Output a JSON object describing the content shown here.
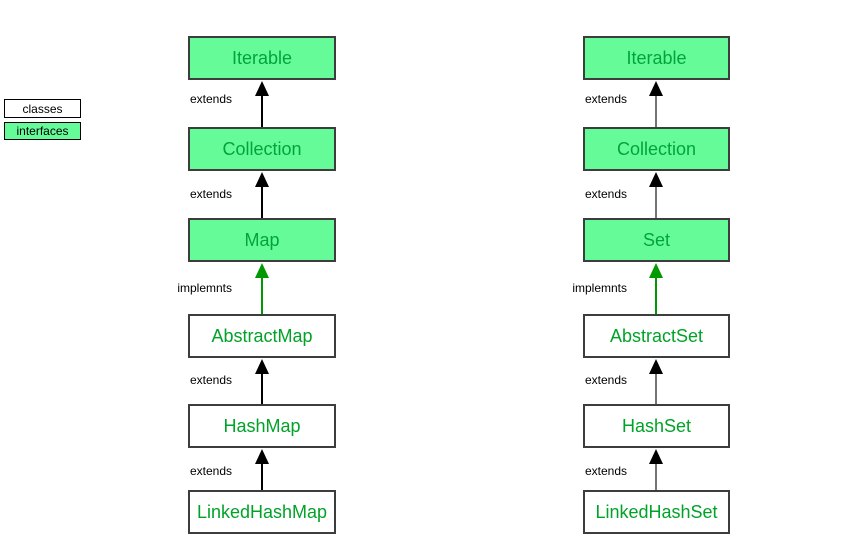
{
  "legend": {
    "items": [
      {
        "label": "classes",
        "kind": "class"
      },
      {
        "label": "interfaces",
        "kind": "interface"
      }
    ]
  },
  "diagram": {
    "columns": [
      {
        "nodes": [
          {
            "label": "Iterable",
            "kind": "interface"
          },
          {
            "label": "Collection",
            "kind": "interface"
          },
          {
            "label": "Map",
            "kind": "interface"
          },
          {
            "label": "AbstractMap",
            "kind": "class"
          },
          {
            "label": "HashMap",
            "kind": "class"
          },
          {
            "label": "LinkedHashMap",
            "kind": "class"
          }
        ],
        "edges": [
          {
            "label": "extends",
            "type": "extends"
          },
          {
            "label": "extends",
            "type": "extends"
          },
          {
            "label": "implemnts",
            "type": "implements"
          },
          {
            "label": "extends",
            "type": "extends"
          },
          {
            "label": "extends",
            "type": "extends"
          }
        ]
      },
      {
        "nodes": [
          {
            "label": "Iterable",
            "kind": "interface"
          },
          {
            "label": "Collection",
            "kind": "interface"
          },
          {
            "label": "Set",
            "kind": "interface"
          },
          {
            "label": "AbstractSet",
            "kind": "class"
          },
          {
            "label": "HashSet",
            "kind": "class"
          },
          {
            "label": "LinkedHashSet",
            "kind": "class"
          }
        ],
        "edges": [
          {
            "label": "extends",
            "type": "extends"
          },
          {
            "label": "extends",
            "type": "extends"
          },
          {
            "label": "implemnts",
            "type": "implements"
          },
          {
            "label": "extends",
            "type": "extends"
          },
          {
            "label": "extends",
            "type": "extends"
          }
        ]
      }
    ],
    "colors": {
      "interface_fill": "#66fb99",
      "class_fill": "#ffffff",
      "interface_text": "#00a53a",
      "class_text": "#00a327",
      "node_border": "#3d3d3d",
      "extends_line_left": "#000000",
      "extends_line_right": "#747474",
      "extends_arrowhead": "#000000",
      "implements_arrow": "#009900",
      "edge_label_text": "#000000"
    }
  }
}
